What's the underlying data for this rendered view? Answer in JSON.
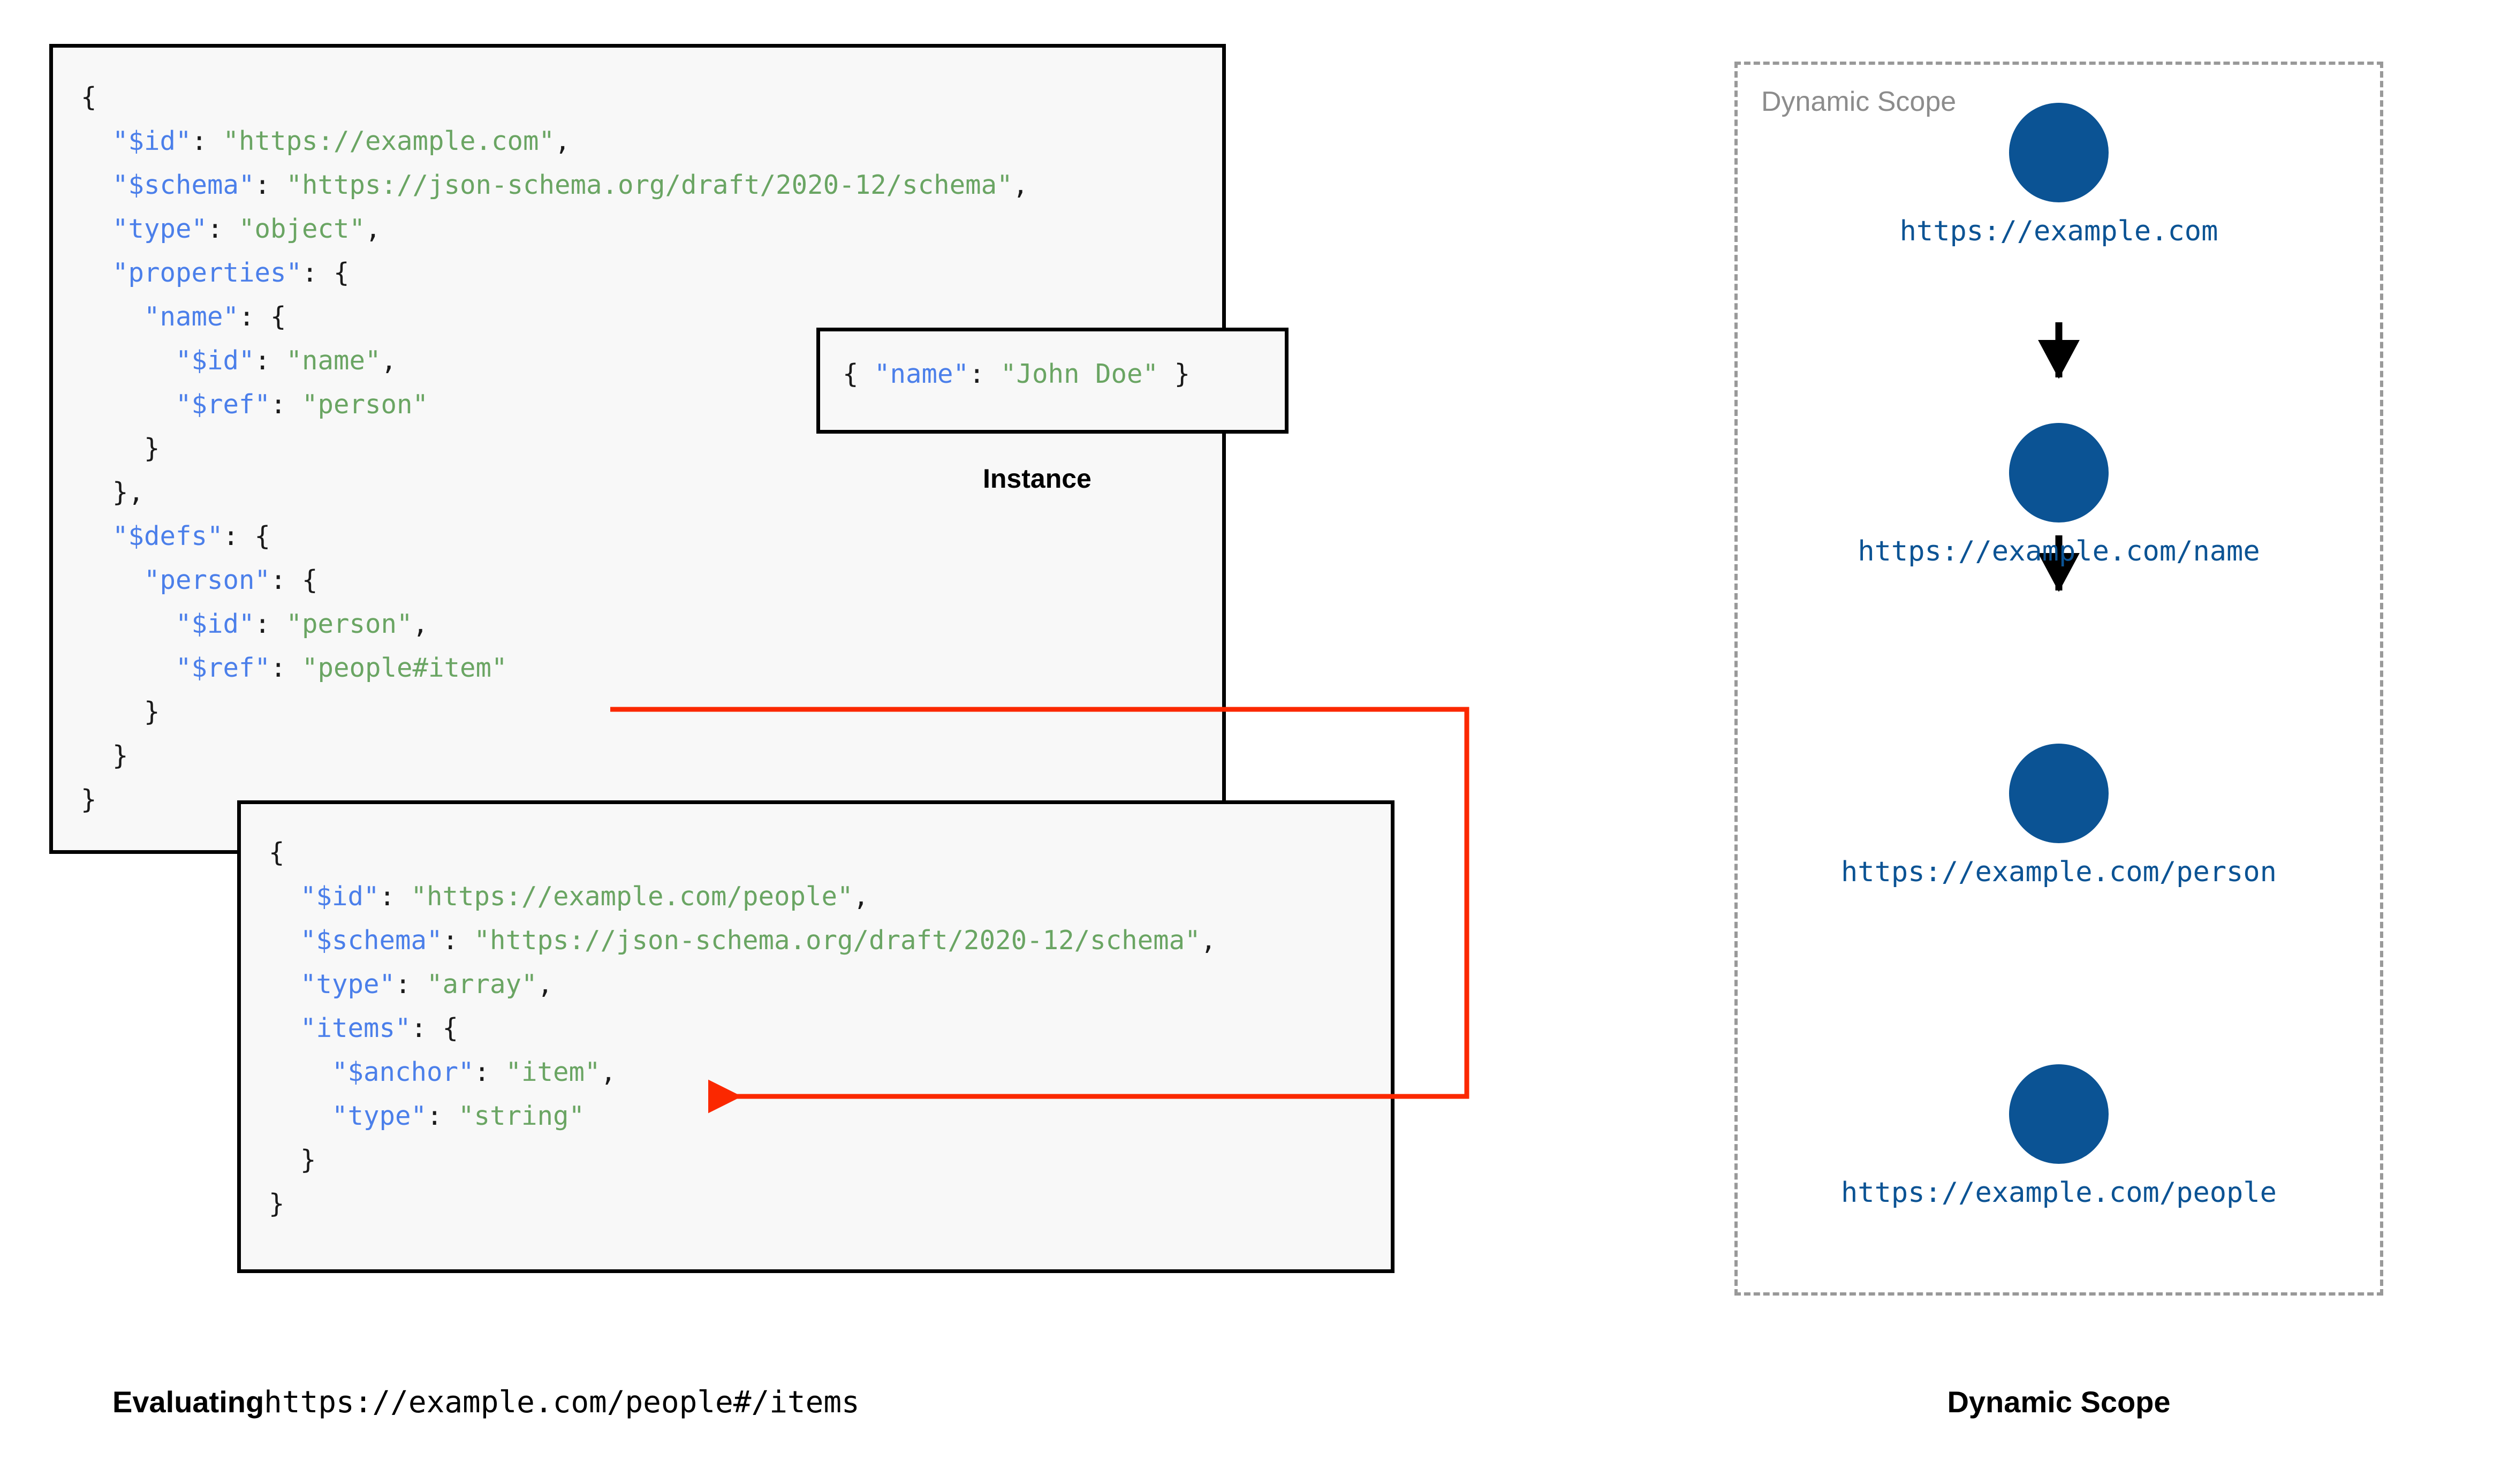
{
  "colors": {
    "json_key": "#4b7fea",
    "json_string": "#6aa563",
    "punctuation": "#1a1a1a",
    "box_border": "#000000",
    "box_fill": "#f8f8f8",
    "scope_blue": "#0b5394",
    "scope_dashed_border": "#999999",
    "scope_title_gray": "#8c8c8c",
    "reference_arrow": "#fb2800"
  },
  "schema_box": {
    "name": "root-schema",
    "lines": [
      {
        "indent": 0,
        "tokens": [
          {
            "t": "p",
            "v": "{"
          }
        ]
      },
      {
        "indent": 1,
        "tokens": [
          {
            "t": "k",
            "v": "\"$id\""
          },
          {
            "t": "p",
            "v": ": "
          },
          {
            "t": "s",
            "v": "\"https://example.com\""
          },
          {
            "t": "p",
            "v": ","
          }
        ]
      },
      {
        "indent": 1,
        "tokens": [
          {
            "t": "k",
            "v": "\"$schema\""
          },
          {
            "t": "p",
            "v": ": "
          },
          {
            "t": "s",
            "v": "\"https://json-schema.org/draft/2020-12/schema\""
          },
          {
            "t": "p",
            "v": ","
          }
        ]
      },
      {
        "indent": 1,
        "tokens": [
          {
            "t": "k",
            "v": "\"type\""
          },
          {
            "t": "p",
            "v": ": "
          },
          {
            "t": "s",
            "v": "\"object\""
          },
          {
            "t": "p",
            "v": ","
          }
        ]
      },
      {
        "indent": 1,
        "tokens": [
          {
            "t": "k",
            "v": "\"properties\""
          },
          {
            "t": "p",
            "v": ": {"
          }
        ]
      },
      {
        "indent": 2,
        "tokens": [
          {
            "t": "k",
            "v": "\"name\""
          },
          {
            "t": "p",
            "v": ": {"
          }
        ]
      },
      {
        "indent": 3,
        "tokens": [
          {
            "t": "k",
            "v": "\"$id\""
          },
          {
            "t": "p",
            "v": ": "
          },
          {
            "t": "s",
            "v": "\"name\""
          },
          {
            "t": "p",
            "v": ","
          }
        ]
      },
      {
        "indent": 3,
        "tokens": [
          {
            "t": "k",
            "v": "\"$ref\""
          },
          {
            "t": "p",
            "v": ": "
          },
          {
            "t": "s",
            "v": "\"person\""
          }
        ]
      },
      {
        "indent": 2,
        "tokens": [
          {
            "t": "p",
            "v": "}"
          }
        ]
      },
      {
        "indent": 1,
        "tokens": [
          {
            "t": "p",
            "v": "},"
          }
        ]
      },
      {
        "indent": 1,
        "tokens": [
          {
            "t": "k",
            "v": "\"$defs\""
          },
          {
            "t": "p",
            "v": ": {"
          }
        ]
      },
      {
        "indent": 2,
        "tokens": [
          {
            "t": "k",
            "v": "\"person\""
          },
          {
            "t": "p",
            "v": ": {"
          }
        ]
      },
      {
        "indent": 3,
        "tokens": [
          {
            "t": "k",
            "v": "\"$id\""
          },
          {
            "t": "p",
            "v": ": "
          },
          {
            "t": "s",
            "v": "\"person\""
          },
          {
            "t": "p",
            "v": ","
          }
        ]
      },
      {
        "indent": 3,
        "tokens": [
          {
            "t": "k",
            "v": "\"$ref\""
          },
          {
            "t": "p",
            "v": ": "
          },
          {
            "t": "s",
            "v": "\"people#item\""
          }
        ]
      },
      {
        "indent": 2,
        "tokens": [
          {
            "t": "p",
            "v": "}"
          }
        ]
      },
      {
        "indent": 1,
        "tokens": [
          {
            "t": "p",
            "v": "}"
          }
        ]
      },
      {
        "indent": 0,
        "tokens": [
          {
            "t": "p",
            "v": "}"
          }
        ]
      }
    ]
  },
  "instance_box": {
    "name": "instance",
    "caption": "Instance",
    "lines": [
      {
        "indent": 0,
        "tokens": [
          {
            "t": "p",
            "v": "{ "
          },
          {
            "t": "k",
            "v": "\"name\""
          },
          {
            "t": "p",
            "v": ": "
          },
          {
            "t": "s",
            "v": "\"John Doe\""
          },
          {
            "t": "p",
            "v": " }"
          }
        ]
      }
    ]
  },
  "people_box": {
    "name": "people-schema",
    "lines": [
      {
        "indent": 0,
        "tokens": [
          {
            "t": "p",
            "v": "{"
          }
        ]
      },
      {
        "indent": 1,
        "tokens": [
          {
            "t": "k",
            "v": "\"$id\""
          },
          {
            "t": "p",
            "v": ": "
          },
          {
            "t": "s",
            "v": "\"https://example.com/people\""
          },
          {
            "t": "p",
            "v": ","
          }
        ]
      },
      {
        "indent": 1,
        "tokens": [
          {
            "t": "k",
            "v": "\"$schema\""
          },
          {
            "t": "p",
            "v": ": "
          },
          {
            "t": "s",
            "v": "\"https://json-schema.org/draft/2020-12/schema\""
          },
          {
            "t": "p",
            "v": ","
          }
        ]
      },
      {
        "indent": 1,
        "tokens": [
          {
            "t": "k",
            "v": "\"type\""
          },
          {
            "t": "p",
            "v": ": "
          },
          {
            "t": "s",
            "v": "\"array\""
          },
          {
            "t": "p",
            "v": ","
          }
        ]
      },
      {
        "indent": 1,
        "tokens": [
          {
            "t": "k",
            "v": "\"items\""
          },
          {
            "t": "p",
            "v": ": {"
          }
        ]
      },
      {
        "indent": 2,
        "tokens": [
          {
            "t": "k",
            "v": "\"$anchor\""
          },
          {
            "t": "p",
            "v": ": "
          },
          {
            "t": "s",
            "v": "\"item\""
          },
          {
            "t": "p",
            "v": ","
          }
        ]
      },
      {
        "indent": 2,
        "tokens": [
          {
            "t": "k",
            "v": "\"type\""
          },
          {
            "t": "p",
            "v": ": "
          },
          {
            "t": "s",
            "v": "\"string\""
          }
        ]
      },
      {
        "indent": 1,
        "tokens": [
          {
            "t": "p",
            "v": "}"
          }
        ]
      },
      {
        "indent": 0,
        "tokens": [
          {
            "t": "p",
            "v": "}"
          }
        ]
      }
    ]
  },
  "reference_arrow": {
    "name": "ref-to-anchor-arrow",
    "from": "\"$ref\": \"people#item\"",
    "to": "\"$anchor\": \"item\""
  },
  "scope_panel": {
    "title": "Dynamic Scope",
    "nodes": [
      {
        "label": "https://example.com"
      },
      {
        "label": "https://example.com/name"
      },
      {
        "label": "https://example.com/person"
      },
      {
        "label": "https://example.com/people"
      }
    ]
  },
  "captions": {
    "evaluating_lead": "Evaluating",
    "evaluating_uri": "https://example.com/people#/items",
    "scope": "Dynamic Scope"
  }
}
